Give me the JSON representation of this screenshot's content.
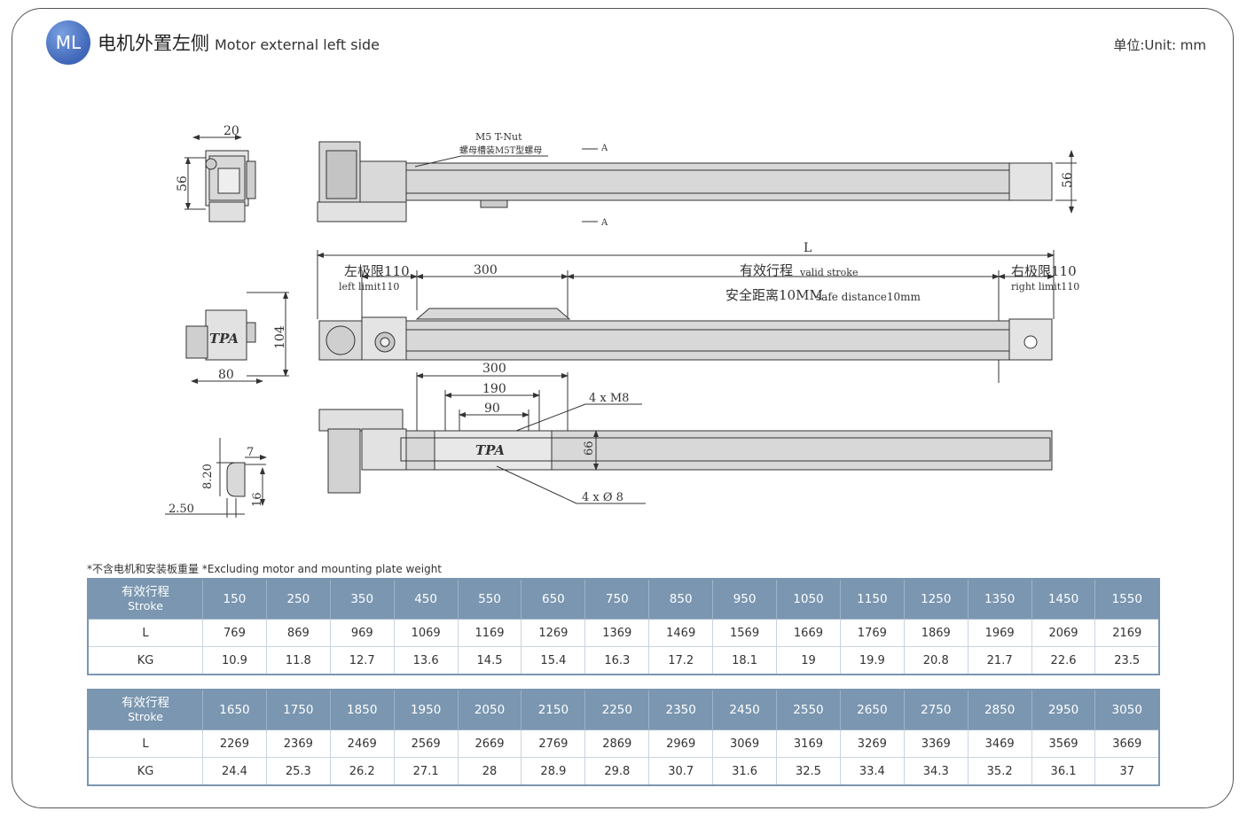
{
  "header": {
    "badge": "ML",
    "title_cn": "电机外置左侧",
    "title_en": "Motor external left side",
    "unit": "单位:Unit: mm"
  },
  "drawing": {
    "dims": {
      "d20": "20",
      "d56_left": "56",
      "d56_right": "56",
      "m5_tnut": "M5 T-Nut",
      "m5_tnut_cn": "螺母槽装M5T型螺母",
      "section_a": "A",
      "L": "L",
      "left_limit_cn": "左极限110",
      "left_limit_en": "left limit110",
      "d300_top": "300",
      "valid_stroke_cn": "有效行程",
      "valid_stroke_en": "valid stroke",
      "right_limit_cn": "右极限110",
      "right_limit_en": "right limit110",
      "safe_cn": "安全距离10MM",
      "safe_en": "safe distance10mm",
      "d104": "104",
      "d80": "80",
      "d300_bot": "300",
      "d190": "190",
      "d90": "90",
      "m8": "4 x  M8",
      "d66": "66",
      "phi8": "4 x  Ø  8",
      "d7": "7",
      "d820": "8.20",
      "d16": "16",
      "d250": "2.50",
      "logo": "TPA"
    }
  },
  "note": "*不含电机和安装板重量  *Excluding motor and mounting plate weight",
  "table1": {
    "header_cn": "有效行程",
    "header_en": "Stroke",
    "strokes": [
      "150",
      "250",
      "350",
      "450",
      "550",
      "650",
      "750",
      "850",
      "950",
      "1050",
      "1150",
      "1250",
      "1350",
      "1450",
      "1550"
    ],
    "L_label": "L",
    "L": [
      "769",
      "869",
      "969",
      "1069",
      "1169",
      "1269",
      "1369",
      "1469",
      "1569",
      "1669",
      "1769",
      "1869",
      "1969",
      "2069",
      "2169"
    ],
    "KG_label": "KG",
    "KG": [
      "10.9",
      "11.8",
      "12.7",
      "13.6",
      "14.5",
      "15.4",
      "16.3",
      "17.2",
      "18.1",
      "19",
      "19.9",
      "20.8",
      "21.7",
      "22.6",
      "23.5"
    ]
  },
  "table2": {
    "header_cn": "有效行程",
    "header_en": "Stroke",
    "strokes": [
      "1650",
      "1750",
      "1850",
      "1950",
      "2050",
      "2150",
      "2250",
      "2350",
      "2450",
      "2550",
      "2650",
      "2750",
      "2850",
      "2950",
      "3050"
    ],
    "L_label": "L",
    "L": [
      "2269",
      "2369",
      "2469",
      "2569",
      "2669",
      "2769",
      "2869",
      "2969",
      "3069",
      "3169",
      "3269",
      "3369",
      "3469",
      "3569",
      "3669"
    ],
    "KG_label": "KG",
    "KG": [
      "24.4",
      "25.3",
      "26.2",
      "27.1",
      "28",
      "28.9",
      "29.8",
      "30.7",
      "31.6",
      "32.5",
      "33.4",
      "34.3",
      "35.2",
      "36.1",
      "37"
    ]
  },
  "colors": {
    "header_bg": "#7a96b0",
    "badge": "#3f66b8",
    "body_fill": "#d9d9d9"
  }
}
